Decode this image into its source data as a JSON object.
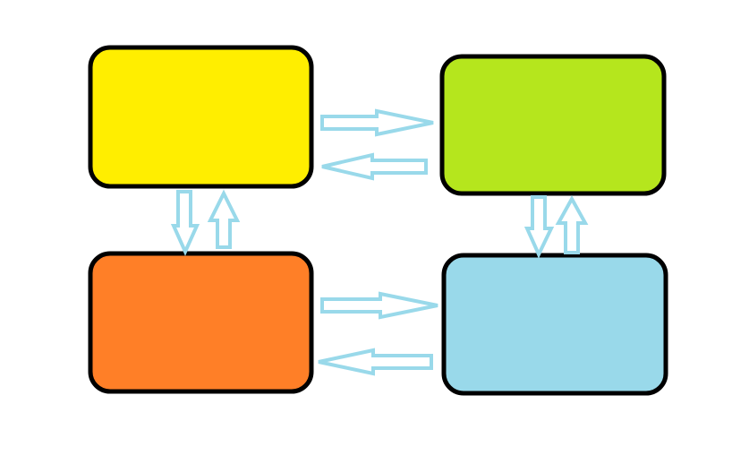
{
  "diagram": {
    "boxes": [
      {
        "id": "top-left",
        "fill": "#FFEE00"
      },
      {
        "id": "top-right",
        "fill": "#B5E61D"
      },
      {
        "id": "bottom-left",
        "fill": "#FF7F27"
      },
      {
        "id": "bottom-right",
        "fill": "#99D9EA"
      }
    ],
    "box_border_color": "#000000",
    "arrow_outline_color": "#99D9EA",
    "arrow_fill_color": "#FFFFFF",
    "connections": [
      {
        "from": "top-left",
        "to": "top-right",
        "direction": "right"
      },
      {
        "from": "top-right",
        "to": "top-left",
        "direction": "left"
      },
      {
        "from": "top-left",
        "to": "bottom-left",
        "direction": "down"
      },
      {
        "from": "bottom-left",
        "to": "top-left",
        "direction": "up"
      },
      {
        "from": "bottom-left",
        "to": "bottom-right",
        "direction": "right"
      },
      {
        "from": "bottom-right",
        "to": "bottom-left",
        "direction": "left"
      },
      {
        "from": "top-right",
        "to": "bottom-right",
        "direction": "down"
      },
      {
        "from": "bottom-right",
        "to": "top-right",
        "direction": "up"
      }
    ]
  }
}
